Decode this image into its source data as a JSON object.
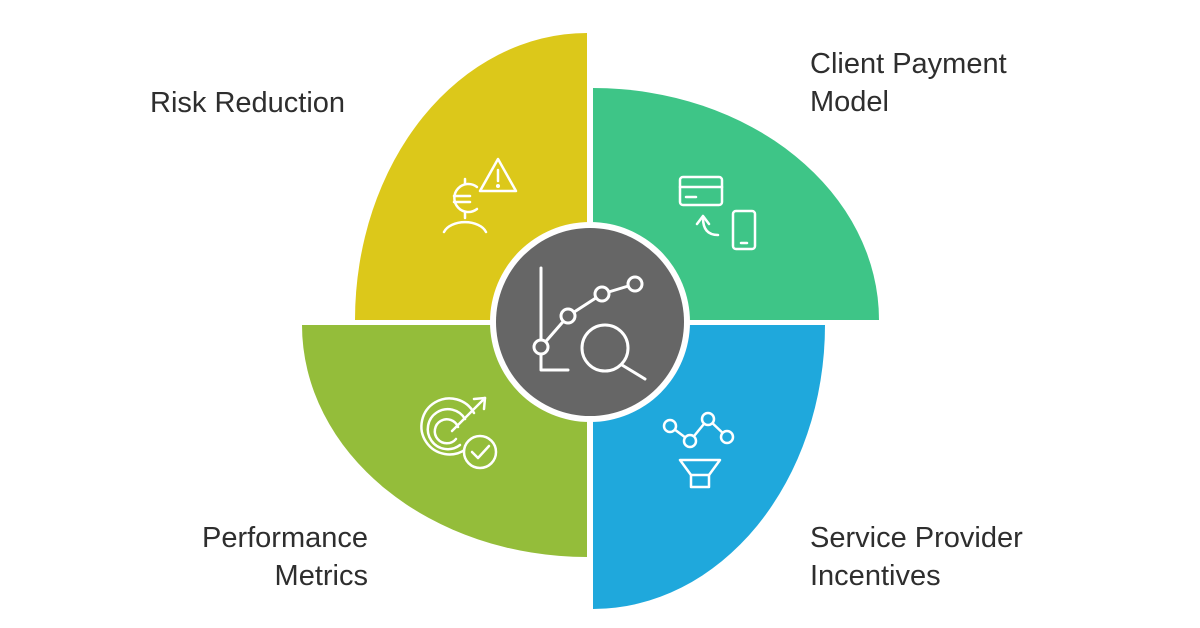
{
  "segments": [
    {
      "id": "top-left",
      "lines": [
        "Risk Reduction"
      ],
      "color": "#dcc81a",
      "icon": "euro-person-warning-icon"
    },
    {
      "id": "top-right",
      "lines": [
        "Client Payment",
        "Model"
      ],
      "color": "#3ec587",
      "icon": "card-phone-transfer-icon"
    },
    {
      "id": "bottom-left",
      "lines": [
        "Performance",
        "Metrics"
      ],
      "color": "#94bd3a",
      "icon": "target-check-icon"
    },
    {
      "id": "bottom-right",
      "lines": [
        "Service Provider",
        "Incentives"
      ],
      "color": "#1fa8dc",
      "icon": "network-funnel-icon"
    }
  ],
  "center": {
    "color": "#666666",
    "icon": "chart-magnifier-icon"
  }
}
